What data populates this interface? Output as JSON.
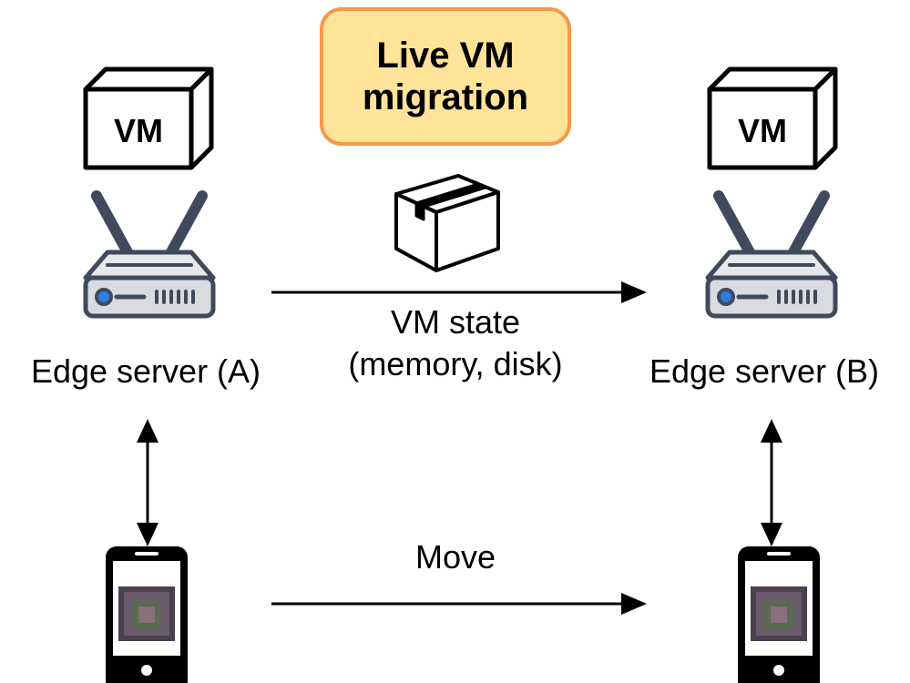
{
  "title_badge": {
    "line1": "Live VM",
    "line2": "migration"
  },
  "vm_left": {
    "label": "VM"
  },
  "vm_right": {
    "label": "VM"
  },
  "server_left": {
    "label": "Edge server (A)"
  },
  "server_right": {
    "label": "Edge server (B)"
  },
  "transfer": {
    "line1": "VM state",
    "line2": "(memory, disk)"
  },
  "move": {
    "label": "Move"
  },
  "colors": {
    "badge_fill": "#ffe399",
    "badge_border": "#f39a4a",
    "router_body": "#d9dbe0",
    "router_dark": "#3f4a5c",
    "led_blue": "#2f7de1",
    "phone": "#000000"
  },
  "icons": [
    "box-icon",
    "router-icon",
    "vm-cube-icon",
    "smartphone-icon"
  ]
}
